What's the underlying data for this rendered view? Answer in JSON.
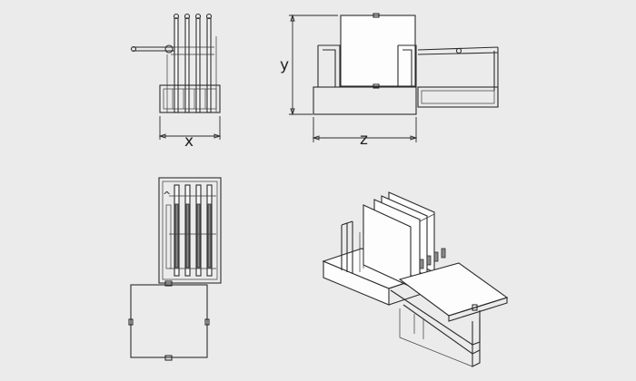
{
  "labels": {
    "x": "x",
    "y": "y",
    "z": "z",
    "v_mark": "^"
  },
  "colors": {
    "background": "#ebebeb",
    "line": "#2b2b2b",
    "panel_fill": "#fdfdfd"
  }
}
